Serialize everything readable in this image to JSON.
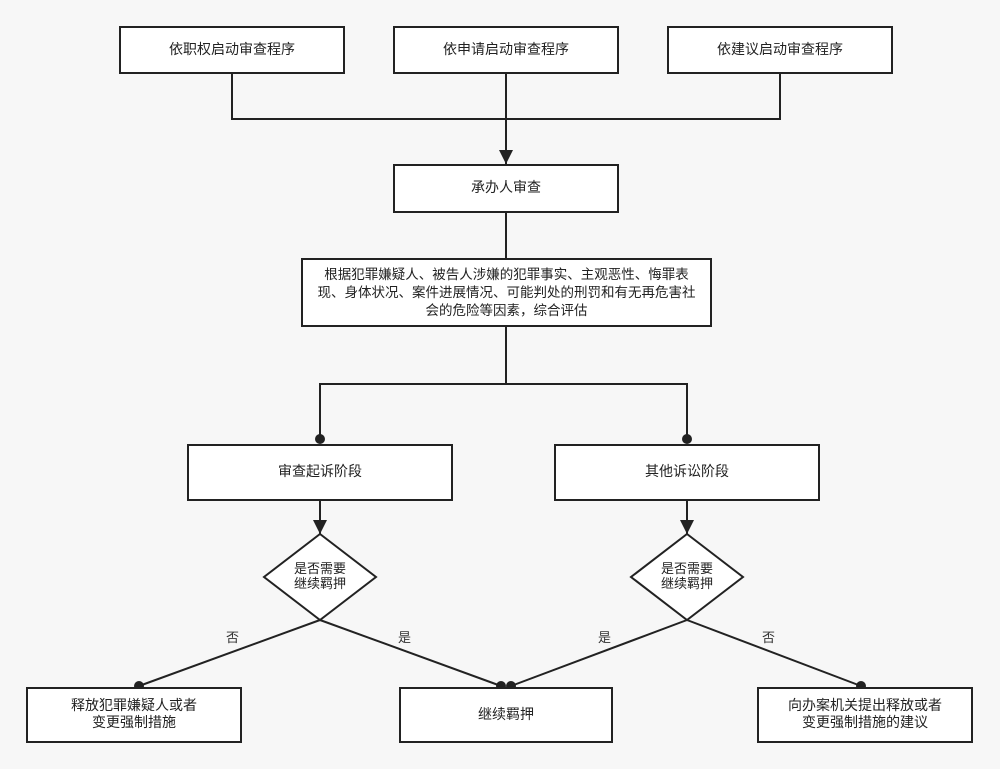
{
  "nodes": {
    "start_authority": "依职权启动审查程序",
    "start_application": "依申请启动审查程序",
    "start_suggestion": "依建议启动审查程序",
    "handler_review": "承办人审查",
    "assessment": "根据犯罪嫌疑人、被告人涉嫌的犯罪事实、主观恶性、悔罪表现、身体状况、案件进展情况、可能判处的刑罚和有无再危害社会的危险等因素，综合评估",
    "prosecution_stage": "审查起诉阶段",
    "other_stage": "其他诉讼阶段",
    "decision_left": "是否需要\n继续羁押",
    "decision_right": "是否需要\n继续羁押",
    "release_or_change": "释放犯罪嫌疑人或者\n变更强制措施",
    "continue_detention": "继续羁押",
    "suggest_release": "向办案机关提出释放或者\n变更强制措施的建议"
  },
  "edge_labels": {
    "left_no": "否",
    "left_yes": "是",
    "right_yes": "是",
    "right_no": "否"
  },
  "colors": {
    "background": "#f7f7f7",
    "box_fill": "#ffffff",
    "stroke": "#222222"
  }
}
